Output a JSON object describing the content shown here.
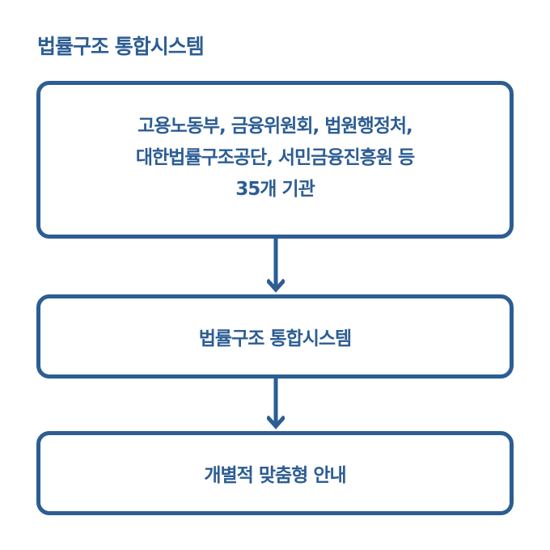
{
  "title": "법률구조 통합시스템",
  "colors": {
    "accent": "#2c5d93",
    "background": "#ffffff"
  },
  "flow": {
    "step1": {
      "lines": [
        "고용노동부, 금융위원회, 법원행정처,",
        "대한법률구조공단, 서민금융진흥원 등",
        "35개 기관"
      ]
    },
    "step2": {
      "label": "법률구조 통합시스템"
    },
    "step3": {
      "label": "개별적 맞춤형 안내"
    },
    "arrows": [
      {
        "from": "step1",
        "to": "step2",
        "icon": "arrow-down-icon"
      },
      {
        "from": "step2",
        "to": "step3",
        "icon": "arrow-down-icon"
      }
    ]
  }
}
